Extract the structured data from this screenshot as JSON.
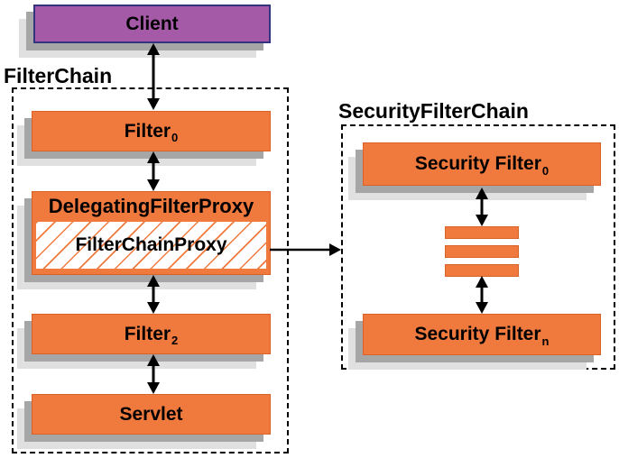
{
  "colors": {
    "orange": "#F0793E",
    "orange_border": "#DA6227",
    "purple": "#A55AA8",
    "client_border": "#333380",
    "shadow_dark": "#A6A6A6",
    "shadow_light": "#E0E0E0",
    "arrow": "#000000"
  },
  "client": {
    "label": "Client"
  },
  "filter_chain": {
    "title": "FilterChain",
    "boxes": {
      "filter0": {
        "text": "Filter",
        "subscript": "0"
      },
      "delegating_filter_proxy": {
        "text": "DelegatingFilterProxy"
      },
      "filter_chain_proxy": {
        "text": "FilterChainProxy"
      },
      "filter2": {
        "text": "Filter",
        "subscript": "2"
      },
      "servlet": {
        "text": "Servlet"
      }
    }
  },
  "security_filter_chain": {
    "title": "SecurityFilterChain",
    "boxes": {
      "security_filter0": {
        "text": "Security Filter",
        "subscript": "0"
      },
      "security_filtern": {
        "text": "Security Filter",
        "subscript": "n"
      }
    },
    "ellipsis_bar_count": 3
  }
}
